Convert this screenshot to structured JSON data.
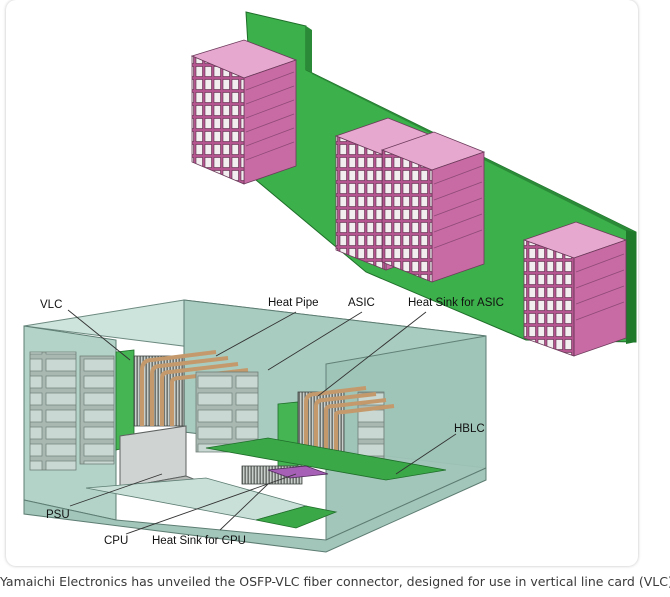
{
  "diagram": {
    "callouts": {
      "vlc": "VLC",
      "heat_pipe": "Heat Pipe",
      "asic": "ASIC",
      "heat_sink_asic": "Heat Sink for ASIC",
      "hblc": "HBLC",
      "psu": "PSU",
      "cpu": "CPU",
      "heat_sink_cpu": "Heat Sink for CPU"
    },
    "colors": {
      "connector": "#c86aa4",
      "board": "#3cb04a",
      "enclosure": "#b8d8cf",
      "heat_pipe": "#c49a6c"
    }
  },
  "caption": "Yamaichi Electronics has unveiled the OSFP-VLC fiber connector, designed for use in vertical line card (VLC) designs"
}
